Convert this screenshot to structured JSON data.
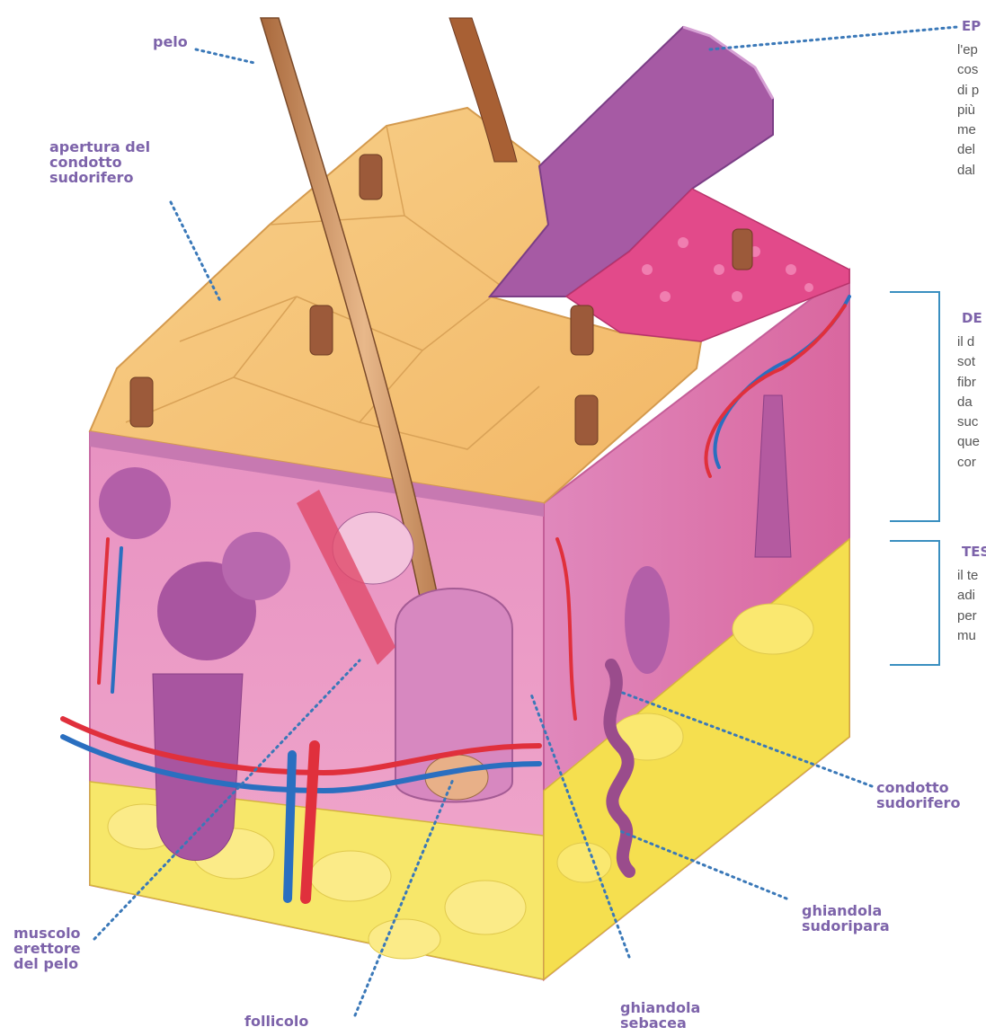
{
  "labels": {
    "pelo": "pelo",
    "apertura": "apertura del\ncondotto\nsudorifero",
    "muscolo": "muscolo\nerettore\ndel pelo",
    "follicolo": "follicolo",
    "sebacea": "ghiandola\nsebacea",
    "sudoripara": "ghiandola\nsudoripara",
    "condotto": "condotto\nsudorifero"
  },
  "side_panels": {
    "epidermide": {
      "title": "EP",
      "text": "l'ep\ncos\ndi p\npiù\nme\ndel\ndal"
    },
    "derma": {
      "title": "DE",
      "text": "il d\nsot\nfibr\nda\nsuc\nque\ncor"
    },
    "tessuto": {
      "title": "TES",
      "text": "il te\nadi\nper\nmu"
    }
  },
  "colors": {
    "label": "#7d63aa",
    "leader": "#3a78b8",
    "bracket": "#3a8fc0",
    "epidermis_top": "#f6c57a",
    "dermis": "#e98fc0",
    "fat": "#f6e45a",
    "hair": "#c98c5a"
  }
}
